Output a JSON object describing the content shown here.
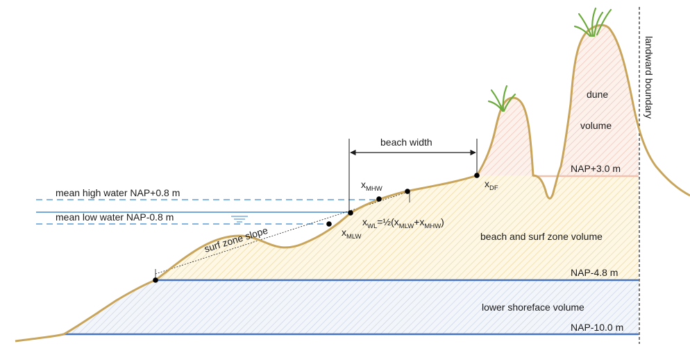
{
  "labels": {
    "mean_high_water": "mean high water NAP+0.8 m",
    "mean_low_water": "mean low water NAP-0.8 m",
    "beach_width": "beach width",
    "surf_zone_slope": "surf zone slope",
    "dune_volume_1": "dune",
    "dune_volume_2": "volume",
    "level_nap_plus3": "NAP+3.0 m",
    "beach_surf_volume": "beach and surf zone volume",
    "level_nap_minus48": "NAP-4.8 m",
    "lower_shoreface_volume": "lower shoreface volume",
    "level_nap_minus10": "NAP-10.0 m",
    "landward_boundary": "landward boundary"
  },
  "markers": {
    "x_mhw": {
      "main": "x",
      "sub": "MHW"
    },
    "x_mlw": {
      "main": "x",
      "sub": "MLW"
    },
    "x_df": {
      "main": "x",
      "sub": "DF"
    },
    "x_wl": {
      "main": "x",
      "sub": "WL",
      "eq": "=½(x",
      "sub2": "MLW",
      "plus": "+x",
      "sub3": "MHW",
      "close": ")"
    }
  },
  "colors": {
    "profile": "#c9a55c",
    "water_line": "#5b9bd5",
    "nap_minus10_line": "#4472c4",
    "dune_fill": "#f4b8a8",
    "beach_fill": "#f2d98c",
    "shoreface_fill": "#9fb3d9",
    "vegetation": "#6aab3c"
  }
}
